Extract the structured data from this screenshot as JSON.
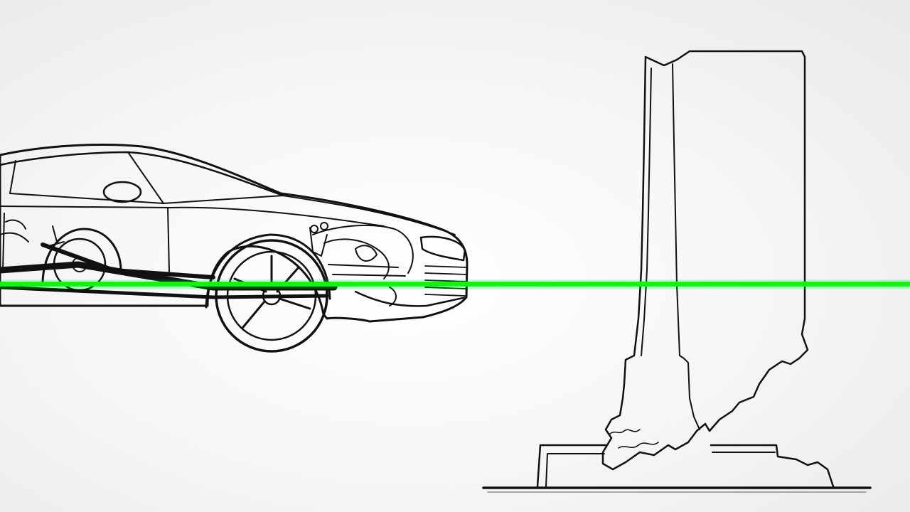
{
  "scene": {
    "subject_left": "car-cutaway-line-drawing",
    "subject_right": "indiana-state-outline-sketch",
    "overlay": "horizontal-scan-line",
    "colors": {
      "background": "#f4f4f4",
      "ink": "#111111",
      "scan_line": "#18f018"
    }
  }
}
